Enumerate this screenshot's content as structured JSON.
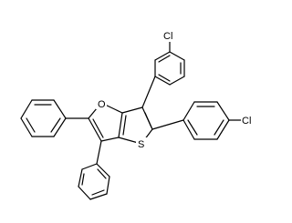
{
  "molecule": {
    "labels": {
      "o_ring": "O",
      "s_ring": "S",
      "cl_top": "Cl",
      "cl_right": "Cl"
    }
  }
}
